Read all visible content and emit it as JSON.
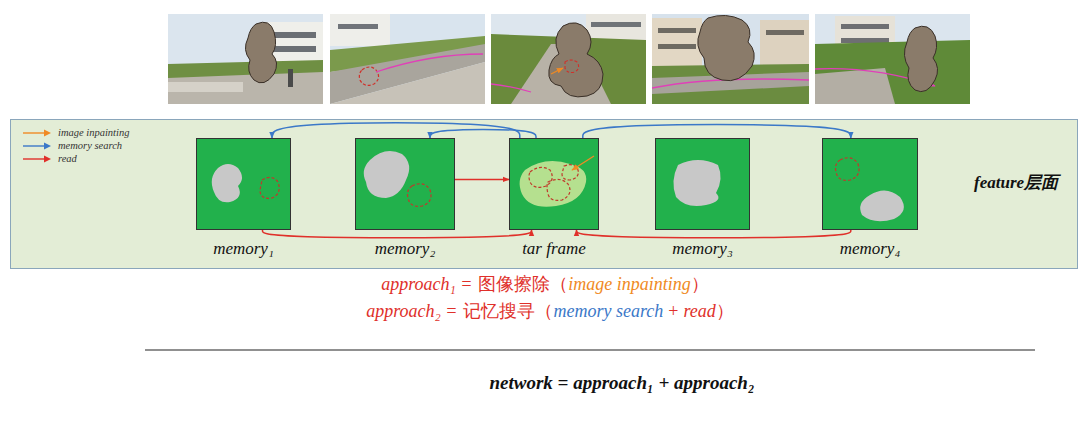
{
  "diagram": {
    "nodes": [
      {
        "text": [
          "feature层面"
        ]
      },
      {
        "text": [
          "memory₁"
        ],
        "in": 0
      },
      {
        "text": [
          "memory₂"
        ],
        "in": 0
      },
      {
        "text": [
          "tar frame"
        ],
        "in": 0
      },
      {
        "text": [
          "memory₃"
        ],
        "in": 0
      },
      {
        "text": [
          "memory₄"
        ],
        "in": 0
      }
    ],
    "edges": [
      {
        "from": 3,
        "to": 1,
        "arrow": "to"
      },
      {
        "from": 3,
        "to": 2,
        "arrow": "to"
      },
      {
        "from": 3,
        "to": 5,
        "arrow": "to"
      },
      {
        "from": 1,
        "to": 3,
        "arrow": "to"
      },
      {
        "from": 2,
        "to": 3,
        "arrow": "to"
      },
      {
        "from": 5,
        "to": 3,
        "arrow": "to"
      }
    ],
    "labels": [
      "approach₁ =",
      "图像擦除（",
      "image inpainting",
      "）",
      "approach₂ =",
      "记忆搜寻（",
      "memory search",
      "+",
      "read",
      "）",
      "network = approach₁ + approach₂"
    ],
    "legend": [
      {
        "text": "image inpainting"
      },
      {
        "text": "memory search"
      },
      {
        "text": "read"
      }
    ]
  }
}
